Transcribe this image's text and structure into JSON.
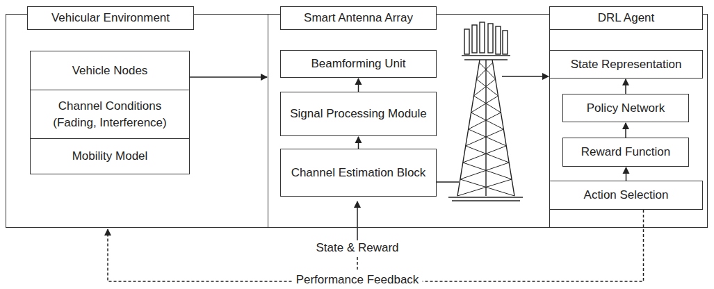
{
  "diagram": {
    "nodes": [
      {
        "text": [
          "Vehicular Environment"
        ]
      },
      {
        "text": [
          "Vehicle Nodes",
          "Channel Conditions (Fading, Interference)",
          "Mobility Model"
        ],
        "in": 0
      },
      {
        "text": [
          "Smart Antenna Array"
        ]
      },
      {
        "text": [
          "Beamforming Unit"
        ],
        "in": 2
      },
      {
        "text": [
          "Signal Processing Module"
        ],
        "in": 2
      },
      {
        "text": [
          "Channel Estimation Block"
        ],
        "in": 2
      },
      {
        "text": [
          "DRL Agent"
        ]
      },
      {
        "text": [
          "State Representation"
        ],
        "in": 6
      },
      {
        "text": [
          "Policy Network"
        ],
        "in": 6
      },
      {
        "text": [
          "Reward Function"
        ],
        "in": 6
      },
      {
        "text": [
          "Action Selection"
        ],
        "in": 6
      }
    ],
    "edges": [
      {
        "from": 1,
        "to": 2,
        "arrow": "to"
      },
      {
        "from": 5,
        "to": 4,
        "arrow": "to"
      },
      {
        "from": 4,
        "to": 3,
        "arrow": "to"
      },
      {
        "from": 2,
        "to": 6,
        "arrow": "to"
      },
      {
        "from": 10,
        "to": 9,
        "arrow": "to"
      },
      {
        "from": 9,
        "to": 8,
        "arrow": "to"
      },
      {
        "from": 8,
        "to": 7,
        "arrow": "to"
      },
      {
        "from": 10,
        "to": 0,
        "label": "Performance Feedback",
        "arrow": "to"
      }
    ],
    "labels": [
      "State & Reward"
    ]
  }
}
